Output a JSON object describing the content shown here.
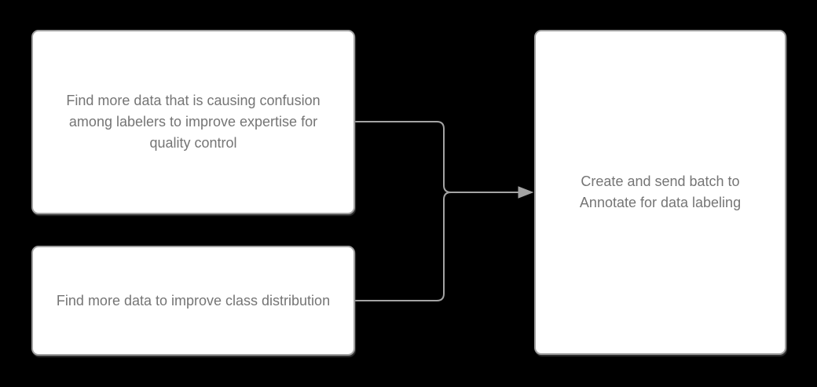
{
  "colors": {
    "bg": "#000000",
    "node-fill": "#ffffff",
    "node-border": "#a0a0a0",
    "line": "#a3a3a3",
    "text": "#757575"
  },
  "diagram": {
    "type": "flowchart",
    "nodes": [
      {
        "id": "confusion-data",
        "label": "Find more data that is causing confusion among labelers to improve expertise for quality control"
      },
      {
        "id": "class-distribution",
        "label": "Find more data to improve class distribution"
      },
      {
        "id": "annotate-batch",
        "label": "Create and send batch to Annotate for data labeling"
      }
    ],
    "edges": [
      {
        "from": "confusion-data",
        "to": "annotate-batch"
      },
      {
        "from": "class-distribution",
        "to": "annotate-batch"
      }
    ]
  }
}
